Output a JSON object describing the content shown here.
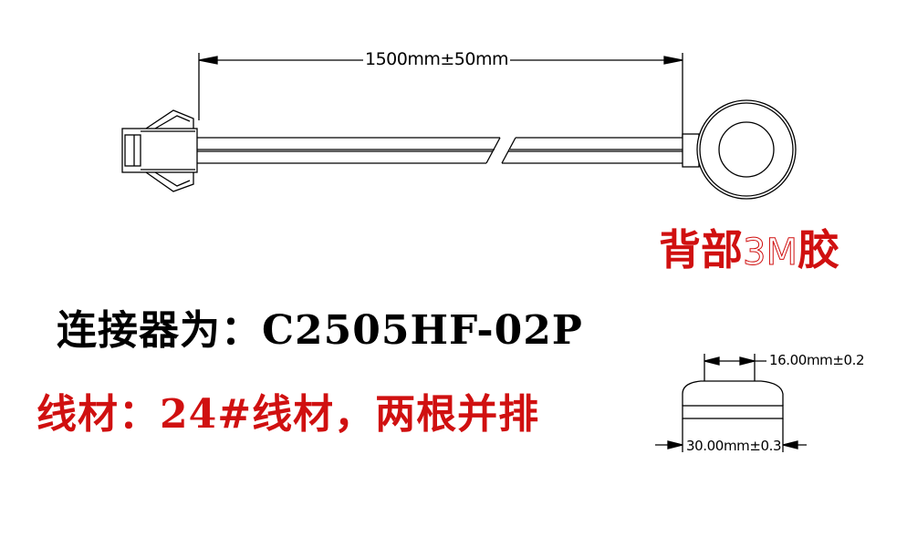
{
  "dimensions": {
    "cable_length": "1500mm±50mm",
    "top_diameter": "16.00mm±0.2",
    "bottom_diameter": "30.00mm±0.3"
  },
  "labels": {
    "backing_prefix": "背部",
    "backing_accent": "3M",
    "backing_suffix": "胶",
    "connector": "连接器为：C2505HF-02P",
    "wire": "线材：24#线材，两根并排"
  },
  "colors": {
    "red": "#d01010",
    "line": "#000000"
  }
}
